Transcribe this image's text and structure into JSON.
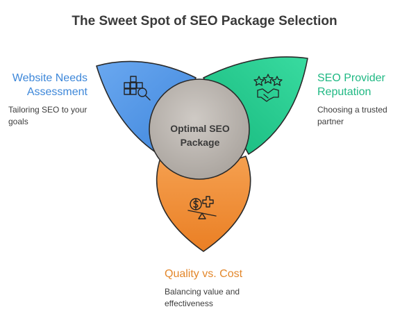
{
  "title": "The Sweet Spot of SEO Package Selection",
  "center": {
    "label": "Optimal SEO Package"
  },
  "petals": {
    "left": {
      "title": "Website Needs Assessment",
      "desc": "Tailoring SEO to your goals",
      "icon": "puzzle-magnifier-icon",
      "color": "#5b9cec"
    },
    "right": {
      "title": "SEO Provider Reputation",
      "desc": "Choosing a trusted partner",
      "icon": "stars-handshake-icon",
      "color": "#22cf92"
    },
    "bottom": {
      "title": "Quality vs. Cost",
      "desc": "Balancing value and effectiveness",
      "icon": "dollar-scale-icon",
      "color": "#f28f37"
    }
  }
}
